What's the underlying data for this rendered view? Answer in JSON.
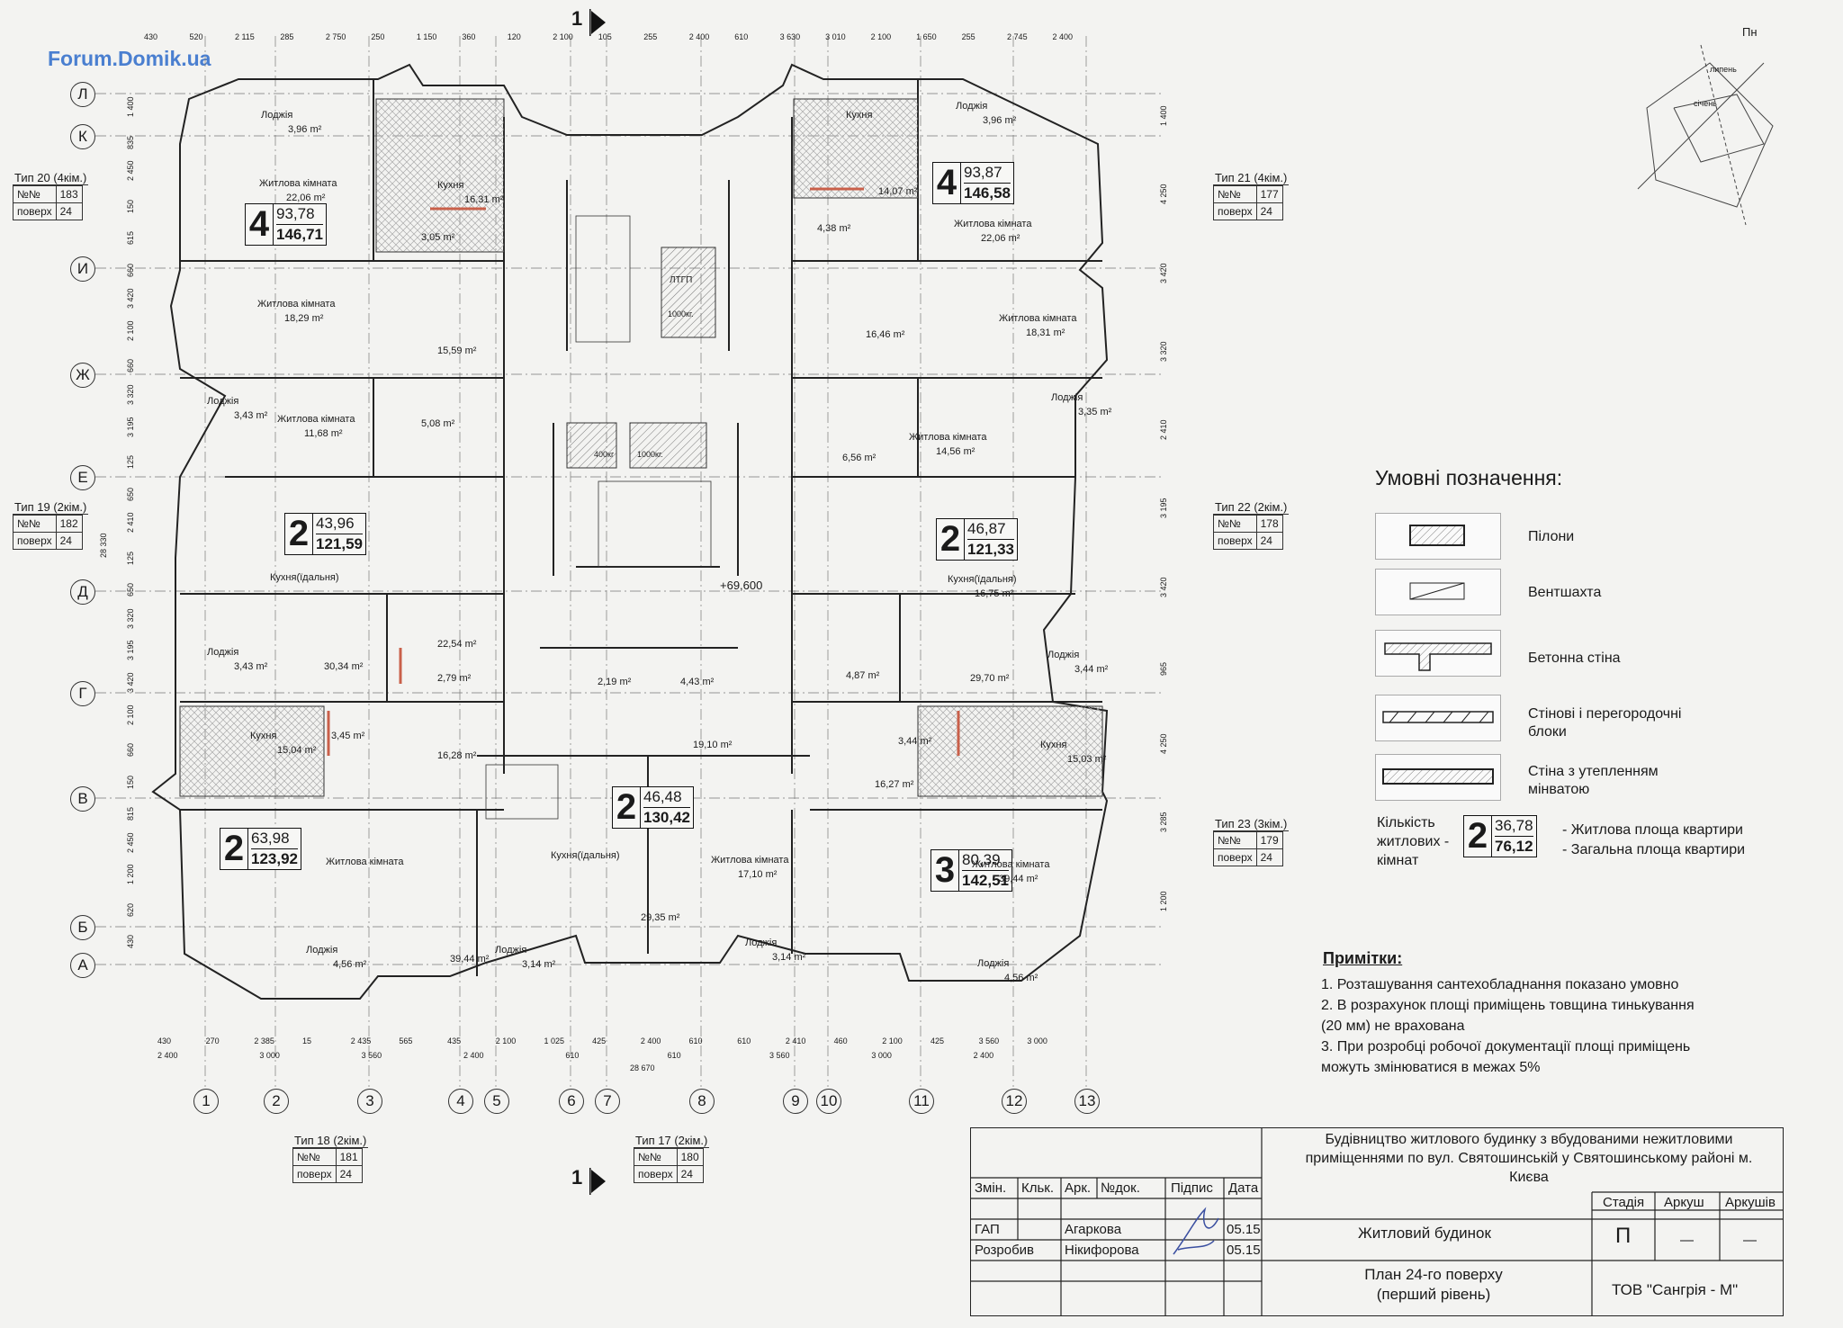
{
  "logo": {
    "text": "Forum.Domik.ua"
  },
  "compass": {
    "north": "Пн",
    "line1": "липень",
    "line2": "січень"
  },
  "row_axes": [
    "Л",
    "К",
    "И",
    "Ж",
    "Е",
    "Д",
    "Г",
    "В",
    "Б",
    "А"
  ],
  "col_axes": [
    "1",
    "2",
    "3",
    "4",
    "5",
    "6",
    "7",
    "8",
    "9",
    "10",
    "11",
    "12",
    "13"
  ],
  "section_mark": "1",
  "apartment_types": [
    {
      "type": "Тип 20 (4кім.)",
      "num_label": "№№",
      "num": "183",
      "floor_label": "поверх",
      "floor": "24"
    },
    {
      "type": "Тип 21 (4кім.)",
      "num_label": "№№",
      "num": "177",
      "floor_label": "поверх",
      "floor": "24"
    },
    {
      "type": "Тип 19 (2кім.)",
      "num_label": "№№",
      "num": "182",
      "floor_label": "поверх",
      "floor": "24"
    },
    {
      "type": "Тип 22 (2кім.)",
      "num_label": "№№",
      "num": "178",
      "floor_label": "поверх",
      "floor": "24"
    },
    {
      "type": "Тип 23 (3кім.)",
      "num_label": "№№",
      "num": "179",
      "floor_label": "поверх",
      "floor": "24"
    },
    {
      "type": "Тип 18 (2кім.)",
      "num_label": "№№",
      "num": "181",
      "floor_label": "поверх",
      "floor": "24"
    },
    {
      "type": "Тип 17 (2кім.)",
      "num_label": "№№",
      "num": "180",
      "floor_label": "поверх",
      "floor": "24"
    }
  ],
  "apartments": [
    {
      "rooms": "4",
      "living": "93,78",
      "total": "146,71"
    },
    {
      "rooms": "4",
      "living": "93,87",
      "total": "146,58"
    },
    {
      "rooms": "2",
      "living": "43,96",
      "total": "121,59"
    },
    {
      "rooms": "2",
      "living": "46,87",
      "total": "121,33"
    },
    {
      "rooms": "2",
      "living": "63,98",
      "total": "123,92"
    },
    {
      "rooms": "2",
      "living": "46,48",
      "total": "130,42"
    },
    {
      "rooms": "3",
      "living": "80,39",
      "total": "142,51"
    }
  ],
  "rooms": [
    {
      "name": "Лоджія",
      "area": "3,96 m²"
    },
    {
      "name": "Кухня",
      "area": "16,31 m²"
    },
    {
      "name": "Житлова кімната",
      "area": "22,06 m²"
    },
    {
      "name": "",
      "area": "3,05 m²"
    },
    {
      "name": "Житлова кімната",
      "area": "18,29 m²"
    },
    {
      "name": "",
      "area": "15,59 m²"
    },
    {
      "name": "Лоджія",
      "area": "3,43 m²"
    },
    {
      "name": "Житлова кімната",
      "area": "11,68 m²"
    },
    {
      "name": "",
      "area": "5,08 m²"
    },
    {
      "name": "Кухня(їдальня)",
      "area": ""
    },
    {
      "name": "Лоджія",
      "area": "3,43 m²"
    },
    {
      "name": "",
      "area": "30,34 m²"
    },
    {
      "name": "",
      "area": "22,54 m²"
    },
    {
      "name": "",
      "area": "2,79 m²"
    },
    {
      "name": "Кухня",
      "area": "15,04 m²"
    },
    {
      "name": "",
      "area": "3,45 m²"
    },
    {
      "name": "",
      "area": "16,28 m²"
    },
    {
      "name": "Житлова кімната",
      "area": ""
    },
    {
      "name": "Лоджія",
      "area": "4,56 m²"
    },
    {
      "name": "",
      "area": "39,44 m²"
    },
    {
      "name": "Лоджія",
      "area": "3,14 m²"
    },
    {
      "name": "Кухня(їдальня)",
      "area": ""
    },
    {
      "name": "",
      "area": "29,35 m²"
    },
    {
      "name": "Житлова кімната",
      "area": "17,10 m²"
    },
    {
      "name": "Лоджія",
      "area": "3,14 m²"
    },
    {
      "name": "",
      "area": "19,10 m²"
    },
    {
      "name": "",
      "area": "2,19 m²"
    },
    {
      "name": "",
      "area": "4,43 m²"
    },
    {
      "name": "Кухня",
      "area": ""
    },
    {
      "name": "Лоджія",
      "area": "3,96 m²"
    },
    {
      "name": "",
      "area": "14,07 m²"
    },
    {
      "name": "",
      "area": "4,38 m²"
    },
    {
      "name": "Житлова кімната",
      "area": "22,06 m²"
    },
    {
      "name": "Житлова кімната",
      "area": "18,31 m²"
    },
    {
      "name": "",
      "area": "16,46 m²"
    },
    {
      "name": "Лоджія",
      "area": "3,35 m²"
    },
    {
      "name": "Житлова кімната",
      "area": "14,56 m²"
    },
    {
      "name": "",
      "area": "6,56 m²"
    },
    {
      "name": "Кухня(їдальня)",
      "area": "16,75 m²"
    },
    {
      "name": "",
      "area": "4,87 m²"
    },
    {
      "name": "",
      "area": "29,70 m²"
    },
    {
      "name": "Лоджія",
      "area": "3,44 m²"
    },
    {
      "name": "Кухня",
      "area": "15,03 m²"
    },
    {
      "name": "",
      "area": "3,44 m²"
    },
    {
      "name": "",
      "area": "16,27 m²"
    },
    {
      "name": "Житлова кімната",
      "area": "39,44 m²"
    },
    {
      "name": "Лоджія",
      "area": "4,56 m²"
    }
  ],
  "lift_labels": [
    "ЛТГП",
    "1000кг.",
    "400кг",
    "1000кг."
  ],
  "level_mark": "+69,600",
  "legend": {
    "title": "Умовні позначення:",
    "items": [
      "Пілони",
      "Вентшахта",
      "Бетонна стіна",
      "Стінові і перегородочні блоки",
      "Стіна з утепленням мінватою"
    ],
    "sample_label": "Кількість житлових - кімнат",
    "sample_rooms": "2",
    "sample_living": "36,78",
    "sample_total": "76,12",
    "living_desc": "- Житлова площа квартири",
    "total_desc": "- Загальна площа квартири"
  },
  "notes": {
    "title": "Примітки:",
    "items": [
      "1. Розташування сантехобладнання показано умовно",
      "2. В розрахунок площі приміщень товщина тинькування (20 мм) не врахована",
      "3. При розробці робочої документації площі приміщень можуть змінюватися в межах 5%"
    ]
  },
  "dims_bottom": [
    "430",
    "270",
    "2 385",
    "15",
    "2 435",
    "565",
    "435",
    "2 100",
    "1 025",
    "425",
    "2 400",
    "610",
    "610",
    "2 410",
    "460",
    "2 100",
    "425",
    "3 560",
    "3 000",
    "2 400",
    "3 000",
    "3 560",
    "2 400",
    "610",
    "610",
    "3 560",
    "3 000",
    "2 400",
    "28 670"
  ],
  "dims_top": [
    "430",
    "520",
    "2 115",
    "285",
    "2 750",
    "250",
    "1 150",
    "360",
    "120",
    "2 100",
    "105",
    "255",
    "2 400",
    "610",
    "3 630",
    "3 010",
    "2 100",
    "1 650",
    "255",
    "2 745",
    "2 400"
  ],
  "dims_left": [
    "1 400",
    "835",
    "2 450",
    "150",
    "615",
    "660",
    "3 420",
    "2 100",
    "660",
    "3 320",
    "3 195",
    "125",
    "650",
    "2 410",
    "125",
    "650",
    "3 320",
    "3 195",
    "3 420",
    "2 100",
    "660",
    "150",
    "815",
    "2 450",
    "1 200",
    "620",
    "430",
    "28 330"
  ],
  "dims_right": [
    "1 400",
    "4 250",
    "3 420",
    "3 320",
    "2 410",
    "3 195",
    "3 420",
    "965",
    "4 250",
    "3 285",
    "1 200"
  ],
  "stamp": {
    "project": "Будівництво житлового будинку з вбудованими нежитловими приміщеннями по вул. Святошинській у Святошинському районі м. Києва",
    "headers": [
      "Змін.",
      "Кльк.",
      "Арк.",
      "№док.",
      "Підпис",
      "Дата"
    ],
    "row1_role": "ГАП",
    "row1_name": "Агаркова",
    "row1_date": "05.15",
    "row2_role": "Розробив",
    "row2_name": "Нікифорова",
    "row2_date": "05.15",
    "building": "Житловий будинок",
    "stage_h": "Стадія",
    "sheet_h": "Аркуш",
    "sheets_h": "Аркушів",
    "stage": "П",
    "sheet": "—",
    "sheets": "—",
    "plan": "План 24-го поверху (перший рівень)",
    "company": "ТОВ \"Сангрія - М\""
  },
  "colors": {
    "line": "#2a2a2a",
    "hatch": "#555555",
    "accent": "#c9604a",
    "logo": "#4a7fd0"
  }
}
